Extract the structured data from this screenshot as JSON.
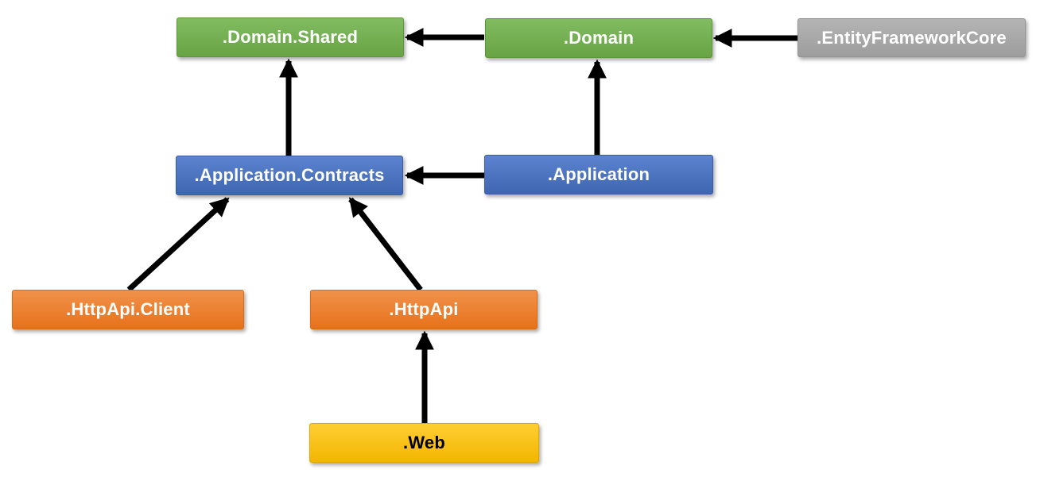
{
  "diagram": {
    "description": "Module dependency diagram",
    "arrow_color": "#000000",
    "background_color": "#ffffff",
    "nodes": [
      {
        "id": "domain-shared",
        "label": ".Domain.Shared",
        "color": "green"
      },
      {
        "id": "domain",
        "label": ".Domain",
        "color": "green"
      },
      {
        "id": "entity-framework-core",
        "label": ".EntityFrameworkCore",
        "color": "gray"
      },
      {
        "id": "application-contracts",
        "label": ".Application.Contracts",
        "color": "blue"
      },
      {
        "id": "application",
        "label": ".Application",
        "color": "blue"
      },
      {
        "id": "httpapi-client",
        "label": ".HttpApi.Client",
        "color": "orange"
      },
      {
        "id": "httpapi",
        "label": ".HttpApi",
        "color": "orange"
      },
      {
        "id": "web",
        "label": ".Web",
        "color": "gold"
      }
    ],
    "palette": {
      "green": {
        "top": "#82bc62",
        "bottom": "#68a344",
        "border": "#5e9539",
        "text": "#ffffff"
      },
      "blue": {
        "top": "#5b83cf",
        "bottom": "#3f66b0",
        "border": "#3a5da2",
        "text": "#ffffff"
      },
      "orange": {
        "top": "#f0924b",
        "bottom": "#e7711b",
        "border": "#d96c15",
        "text": "#ffffff"
      },
      "gray": {
        "top": "#b4b4b4",
        "bottom": "#9d9d9d",
        "border": "#939393",
        "text": "#ffffff"
      },
      "gold": {
        "top": "#ffce33",
        "bottom": "#f2b600",
        "border": "#e0a800",
        "text": "#000000"
      }
    },
    "edges": [
      {
        "from": "domain",
        "to": "domain-shared"
      },
      {
        "from": "entity-framework-core",
        "to": "domain"
      },
      {
        "from": "application-contracts",
        "to": "domain-shared"
      },
      {
        "from": "application",
        "to": "domain"
      },
      {
        "from": "application",
        "to": "application-contracts"
      },
      {
        "from": "httpapi-client",
        "to": "application-contracts"
      },
      {
        "from": "httpapi",
        "to": "application-contracts"
      },
      {
        "from": "web",
        "to": "httpapi"
      }
    ]
  }
}
